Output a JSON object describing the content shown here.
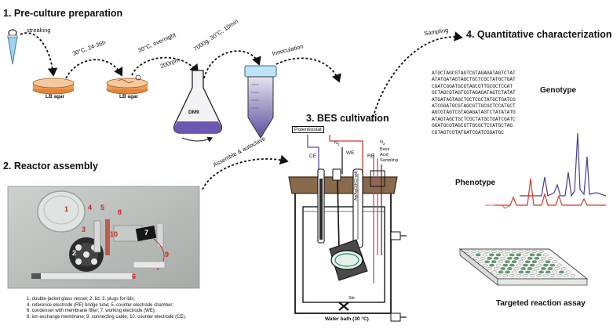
{
  "sections": {
    "preculture": "1. Pre-culture preparation",
    "reactor": "2. Reactor assembly",
    "bes": "3. BES cultivation",
    "quant": "4. Quantitative characterization"
  },
  "steps": {
    "streaking": "streaking",
    "incubate1": "30°C, 24-36h",
    "incubate2": "30°C, overnight",
    "shake": "200rpm",
    "centrifuge": "7000g, 30°C, 10min",
    "innoculation": "Innoculation",
    "sampling": "Sampling",
    "assemble": "Assemble & autoclave"
  },
  "vessels": {
    "plate1": "LB agar",
    "plate2": "LB agar",
    "flask": "DM9"
  },
  "bes_labels": {
    "potentiostat": "Potentiostat",
    "ce": "CE",
    "we": "WE",
    "re": "RE",
    "n2_in": "N",
    "n2_out": "N",
    "sub2": "2",
    "base": "Base",
    "acid": "Acid",
    "sampling": "Sampling",
    "electrode_text": "Ag/AgCl(KCl sat)",
    "stir": "Stir",
    "water_bath": "Water bath (30 °C)"
  },
  "reactor_numbers": [
    "1",
    "2",
    "3",
    "4",
    "5",
    "6",
    "7",
    "8",
    "9",
    "10"
  ],
  "legend": [
    "1. double-jacket glass vessel; 2. lid; 3. plugs for lids;",
    "4. reference electrode (RE) bridge tube; 5. counter electrode chamber;",
    "6. condenser wtih membrane filter; 7. working electrode (WE);",
    "8. ion exchange membrane; 9. connecting cable; 10. counter electrode (CE)."
  ],
  "dna_lines": [
    "ATGCTAGCGTAGTCGTAGAGATAGTCTAT",
    "ATATGATAGTAGCTGCTCGCTATGCTGAT",
    "CGATCGGATGCGTAGCGTTGCGCTCCAT",
    "GCTAGCGTAGTCGTAGAGATAGTCTATAT",
    "ATGATAGTAGCTGCTCGCTATGCTGATCG",
    "ATCGGATGCGTAGCGTTGCGCTCCATGCT",
    "AGCGTAGTCGTAGAGATAGTCTATATATG",
    "ATAGTAGCTGCTCGCTATGCTGATCGATC",
    "GGATGCGTAGCGTTGCGCTCCATGCTAG",
    "CGTAGTCGTATGATCGATCGGATGC"
  ],
  "quant_labels": {
    "genotype": "Genotype",
    "phenotype": "Phenotype",
    "assay": "Targeted reaction assay"
  }
}
